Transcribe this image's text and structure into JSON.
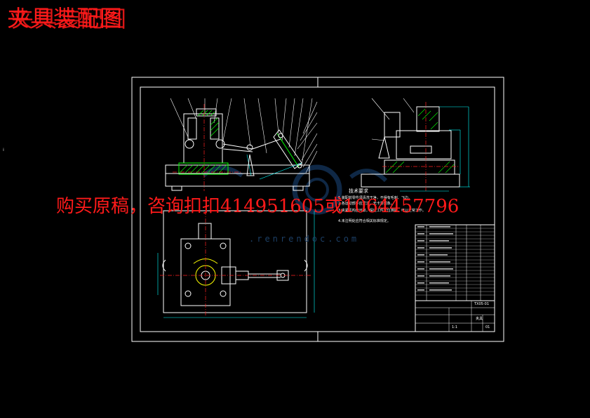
{
  "page_title": "夹具装配图",
  "promo_text": "购买原稿，咨询扣扣414951605或1064457796",
  "watermark_url": ".renrendoc.com",
  "tech_requirements": {
    "heading": "技术要求",
    "notes": [
      "1.装配前零件须清洗干净，不得有毛刺、飞边。",
      "2.各运动部件应灵活，无卡滞现象。",
      "3.夹紧机构应可靠，保证工件定位准确，可以正常工作。",
      "4.未注明处应符合相关标准规定。"
    ]
  },
  "title_block": {
    "drawing_no": "TX05-01",
    "name": "夹具",
    "scale": "1:1",
    "sheet": "01"
  },
  "colors": {
    "background": "#000000",
    "frame": "#ffffff",
    "outline": "#ffffff",
    "hatch": "#00ff00",
    "centerline": "#ff2020",
    "dimension": "#00ffff",
    "leader": "#ffffff",
    "part_yellow": "#ffff00",
    "watermark": "#1c3f66",
    "overlay_text": "#ff1a1a"
  }
}
